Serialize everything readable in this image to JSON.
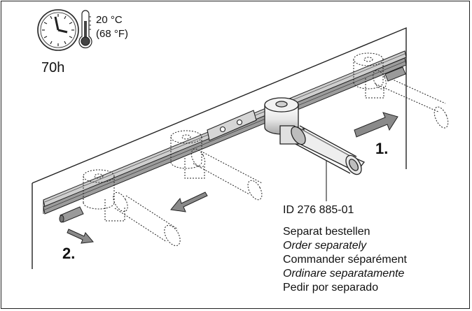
{
  "conditions": {
    "temperature_c": "20 °C",
    "temperature_f": "(68 °F)",
    "duration": "70h",
    "clock_icon": "clock-icon",
    "thermometer_icon": "thermometer-icon"
  },
  "steps": [
    "1.",
    "2."
  ],
  "part": {
    "id_label": "ID 276 885-01",
    "order_note": [
      "Separat bestellen",
      "Order separately",
      "Commander séparément",
      "Ordinare separatamente",
      "Pedir por separado"
    ]
  },
  "colors": {
    "line": "#222222",
    "arrow_fill": "#8a8a8a",
    "shade": "#d0d0d0"
  }
}
